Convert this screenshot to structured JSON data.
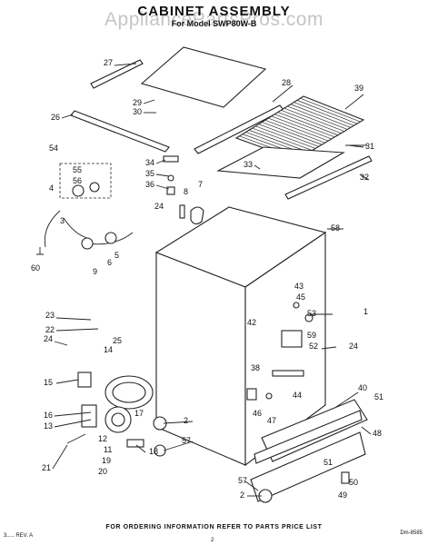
{
  "header": {
    "title": "CABINET ASSEMBLY",
    "subtitle": "For Model SWP80W-B",
    "watermark": "AppliancePartsPros.com"
  },
  "footer": {
    "note": "FOR ORDERING INFORMATION REFER TO PARTS PRICE LIST",
    "part_number": "3..... REV. A",
    "drawing_code": "Dm-8585",
    "page": "2"
  },
  "callouts": [
    "1",
    "2",
    "3",
    "4",
    "5",
    "6",
    "7",
    "8",
    "9",
    "11",
    "12",
    "13",
    "14",
    "15",
    "16",
    "17",
    "18",
    "19",
    "20",
    "21",
    "22",
    "23",
    "24",
    "25",
    "26",
    "27",
    "28",
    "29",
    "30",
    "31",
    "32",
    "33",
    "34",
    "35",
    "36",
    "38",
    "39",
    "40",
    "42",
    "43",
    "44",
    "45",
    "46",
    "47",
    "48",
    "49",
    "50",
    "51",
    "52",
    "53",
    "54",
    "55",
    "56",
    "57",
    "58",
    "59",
    "60"
  ]
}
